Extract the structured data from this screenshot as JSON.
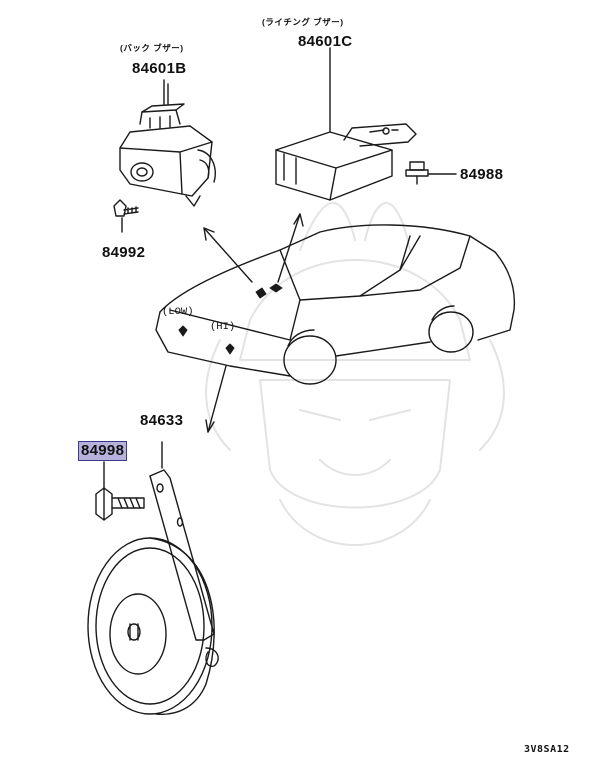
{
  "labels": {
    "bulb_relay_caption": "(バック ブザー)",
    "bulb_relay_part": "84601B",
    "light_buzzer_caption": "(ライチング ブザー)",
    "light_buzzer_part": "84601C",
    "screw_right_part": "84988",
    "screw_left_part": "84992",
    "low_label": "(LOW)",
    "hi_label": "(HI)",
    "bracket_part": "84633",
    "bolt_part": "84998",
    "diagram_code": "3V8SA12"
  },
  "colors": {
    "line": "#1a1a1a",
    "highlight_fill": "#b6b2dc",
    "highlight_border": "#3a3a8a",
    "watermark": "#e6e6e6"
  },
  "icons": {
    "relay": "rear-buzzer-relay-icon",
    "buzzer": "lighting-buzzer-unit-icon",
    "horn": "horn-icon",
    "car": "car-outline-icon",
    "watermark": "samurai-helmet-watermark"
  }
}
